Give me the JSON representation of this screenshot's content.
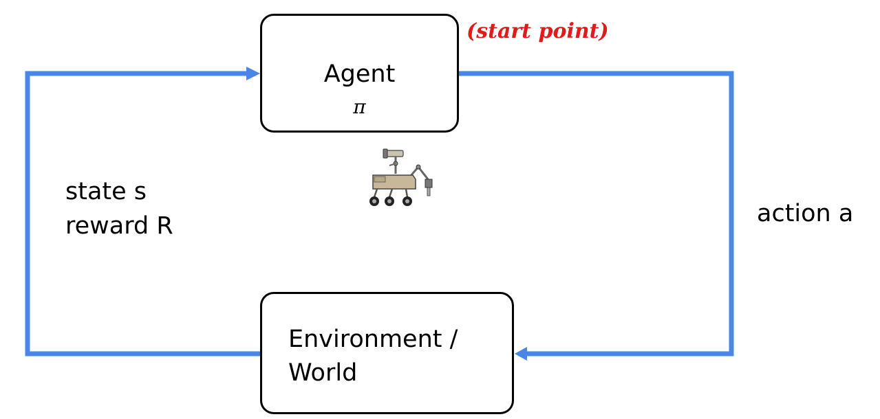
{
  "agent": {
    "title": "Agent",
    "symbol": "π"
  },
  "environment": {
    "line1": "Environment /",
    "line2": "World"
  },
  "annotations": {
    "start_point": "(start point)"
  },
  "edges": {
    "state_label": "state s",
    "reward_label": "reward R",
    "action_label": "action a"
  },
  "colors": {
    "arrow": "#4a86e8",
    "start_point": "#e01b1b"
  },
  "icons": {
    "rover": "rover-robot-icon"
  }
}
